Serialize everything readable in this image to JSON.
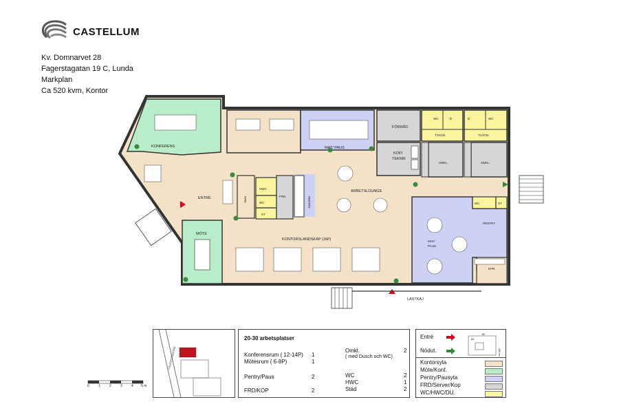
{
  "brand": {
    "name": "CASTELLUM",
    "logo": "castellum-logo-icon"
  },
  "info": {
    "lines": [
      "Kv. Domnarvet 28",
      "Fagerstagatan 19 C, Lunda",
      "Markplan",
      "Ca 520 kvm, Kontor"
    ]
  },
  "rooms": {
    "konferens": "KONFERENS",
    "mat_paus_top": "MAT/ PAUS",
    "forrad": "FÖRRÅD",
    "kop_teknik_1": "KOP/",
    "kop_teknik_2": "TEKNIK",
    "wc": "WC",
    "d": "D",
    "tvagn": "TVAGN.",
    "omkl": "OMKL.",
    "arbetslounge": "ARBETSLOUNGE",
    "entre": "ENTRÉ",
    "kpr": "KPR.",
    "hwc": "HWC",
    "frd": "FRD.",
    "st": "ST",
    "pentry": "PENTRY",
    "mote": "MÖTE",
    "kontorslandskap": "KONTORSLANDSKAP (16P)",
    "mat_paus_right_1": "MAT/",
    "mat_paus_right_2": "PAUS",
    "lastkaj": "LASTKAJ"
  },
  "summary": {
    "title": "20-30 arbetsplatser",
    "rows": [
      {
        "label": "Konferensrum  ( 12-14P)",
        "value": "1"
      },
      {
        "label": "Mötesrum  ( 6-8P)",
        "value": "1"
      },
      {
        "label": "Pentry/Paus",
        "value": "2"
      },
      {
        "label": "FRD/KOP",
        "value": "2"
      }
    ],
    "rows_right": [
      {
        "label": "Omkl.",
        "value": "2"
      },
      {
        "label": "( med Dusch och WC)",
        "value": ""
      },
      {
        "label": "WC",
        "value": "2"
      },
      {
        "label": "HWC",
        "value": "1"
      },
      {
        "label": "Städ",
        "value": "2"
      }
    ]
  },
  "legend": {
    "entre": "Entré",
    "nodut": "Nödut.",
    "dim_1": "60",
    "dim_2": "80",
    "dim_3": "160 cm",
    "items": [
      {
        "label": "Kontorsyta",
        "color": "#f3e2c7"
      },
      {
        "label": "Möte/Konf.",
        "color": "#b9ecc8"
      },
      {
        "label": "Pentry/Pausyta",
        "color": "#cdd2f4"
      },
      {
        "label": "FRD/Server/Kop",
        "color": "#d6d6d6"
      },
      {
        "label": "WC/HWC/DU.",
        "color": "#fbf49e"
      }
    ]
  },
  "locator": {
    "street": "FAGERSTAGATAN"
  },
  "scale": {
    "ticks": [
      "0",
      "1",
      "2",
      "3",
      "4",
      "5 m"
    ]
  },
  "colors": {
    "kontor": "#f3e2c7",
    "mote": "#b9ecc8",
    "pentry": "#cdd2f4",
    "service": "#d6d6d6",
    "wc": "#fbf49e",
    "entre_arrow": "#d0021b",
    "nodut_arrow": "#2e8b3a"
  }
}
